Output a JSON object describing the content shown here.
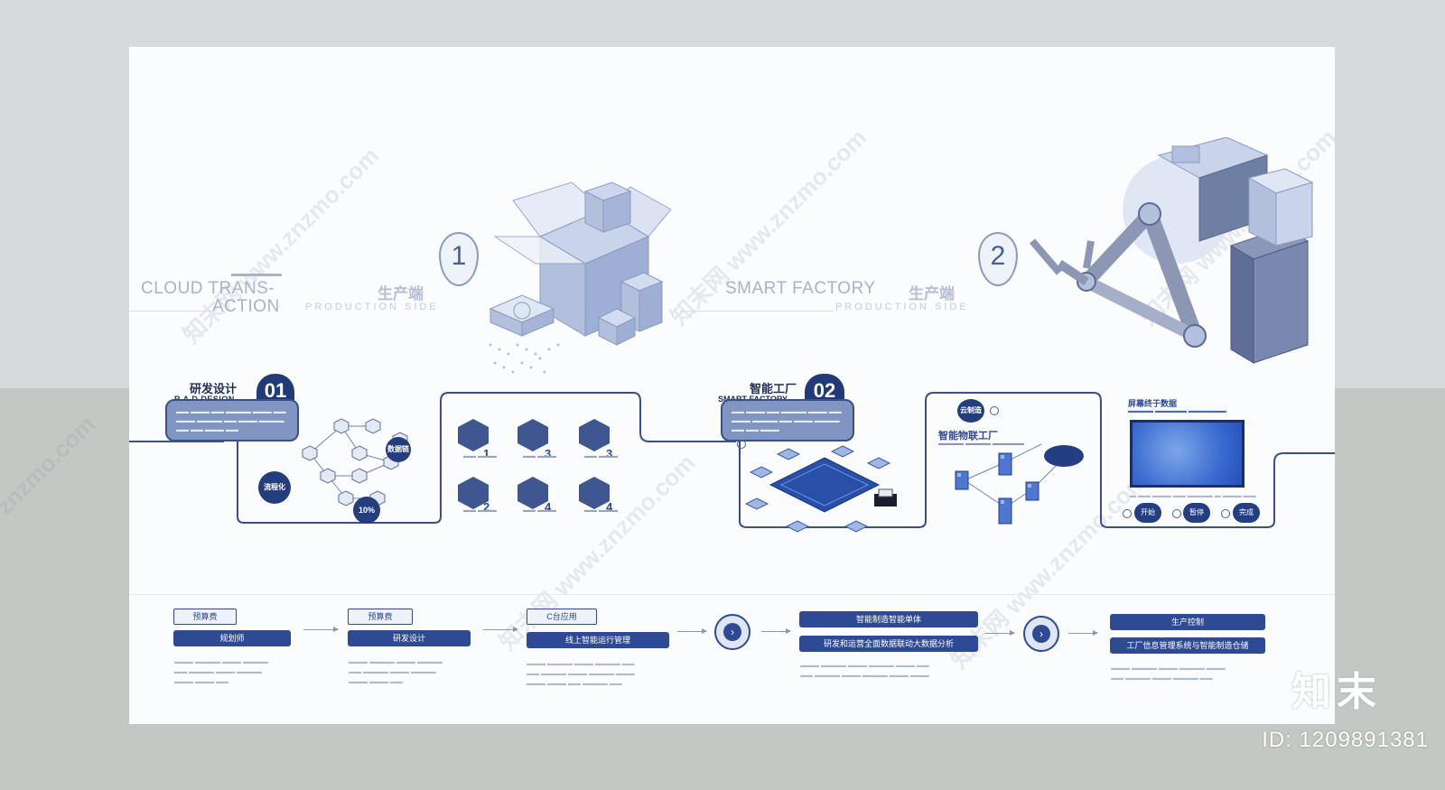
{
  "header": {
    "left_title_line1": "CLOUD TRANS-",
    "left_title_line2": "ACTION",
    "left_cn": "生产端",
    "left_sub": "PRODUCTION SIDE",
    "marker1": "1",
    "right_title": "SMART FACTORY",
    "right_cn": "生产端",
    "right_sub": "PRODUCTION SIDE",
    "marker2": "2"
  },
  "section1": {
    "cn": "研发设计",
    "en": "R A D DESION",
    "num": "01",
    "badge_left": "流程化",
    "badge_right": "数据链",
    "badge_bottom": "10%",
    "steps": [
      {
        "num": "1"
      },
      {
        "num": "3"
      },
      {
        "num": "3"
      },
      {
        "num": "2"
      },
      {
        "num": "4"
      },
      {
        "num": "4"
      }
    ]
  },
  "section2": {
    "cn": "智能工厂",
    "en": "SMART FACTORY",
    "num": "02",
    "net_badge": "云制造",
    "net_title": "智能物联工厂",
    "screen_title": "屏幕终于数据",
    "buttons": [
      "开始",
      "暂停",
      "完成"
    ]
  },
  "bottom": {
    "col1": {
      "tag": "预算费",
      "bar": "规划师"
    },
    "col2": {
      "tag": "预算费",
      "bar": "研发设计"
    },
    "col3": {
      "tag": "C台应用",
      "bar": "线上智能运行管理"
    },
    "col4": {
      "bar1": "智能制造智能单体",
      "bar2": "研发和运营全面数据联动大数据分析"
    },
    "col5": {
      "bar1": "生产控制",
      "bar2": "工厂信息管理系统与智能制造仓储"
    }
  },
  "corner": {
    "logo": "知末",
    "id": "ID: 1209891381"
  }
}
